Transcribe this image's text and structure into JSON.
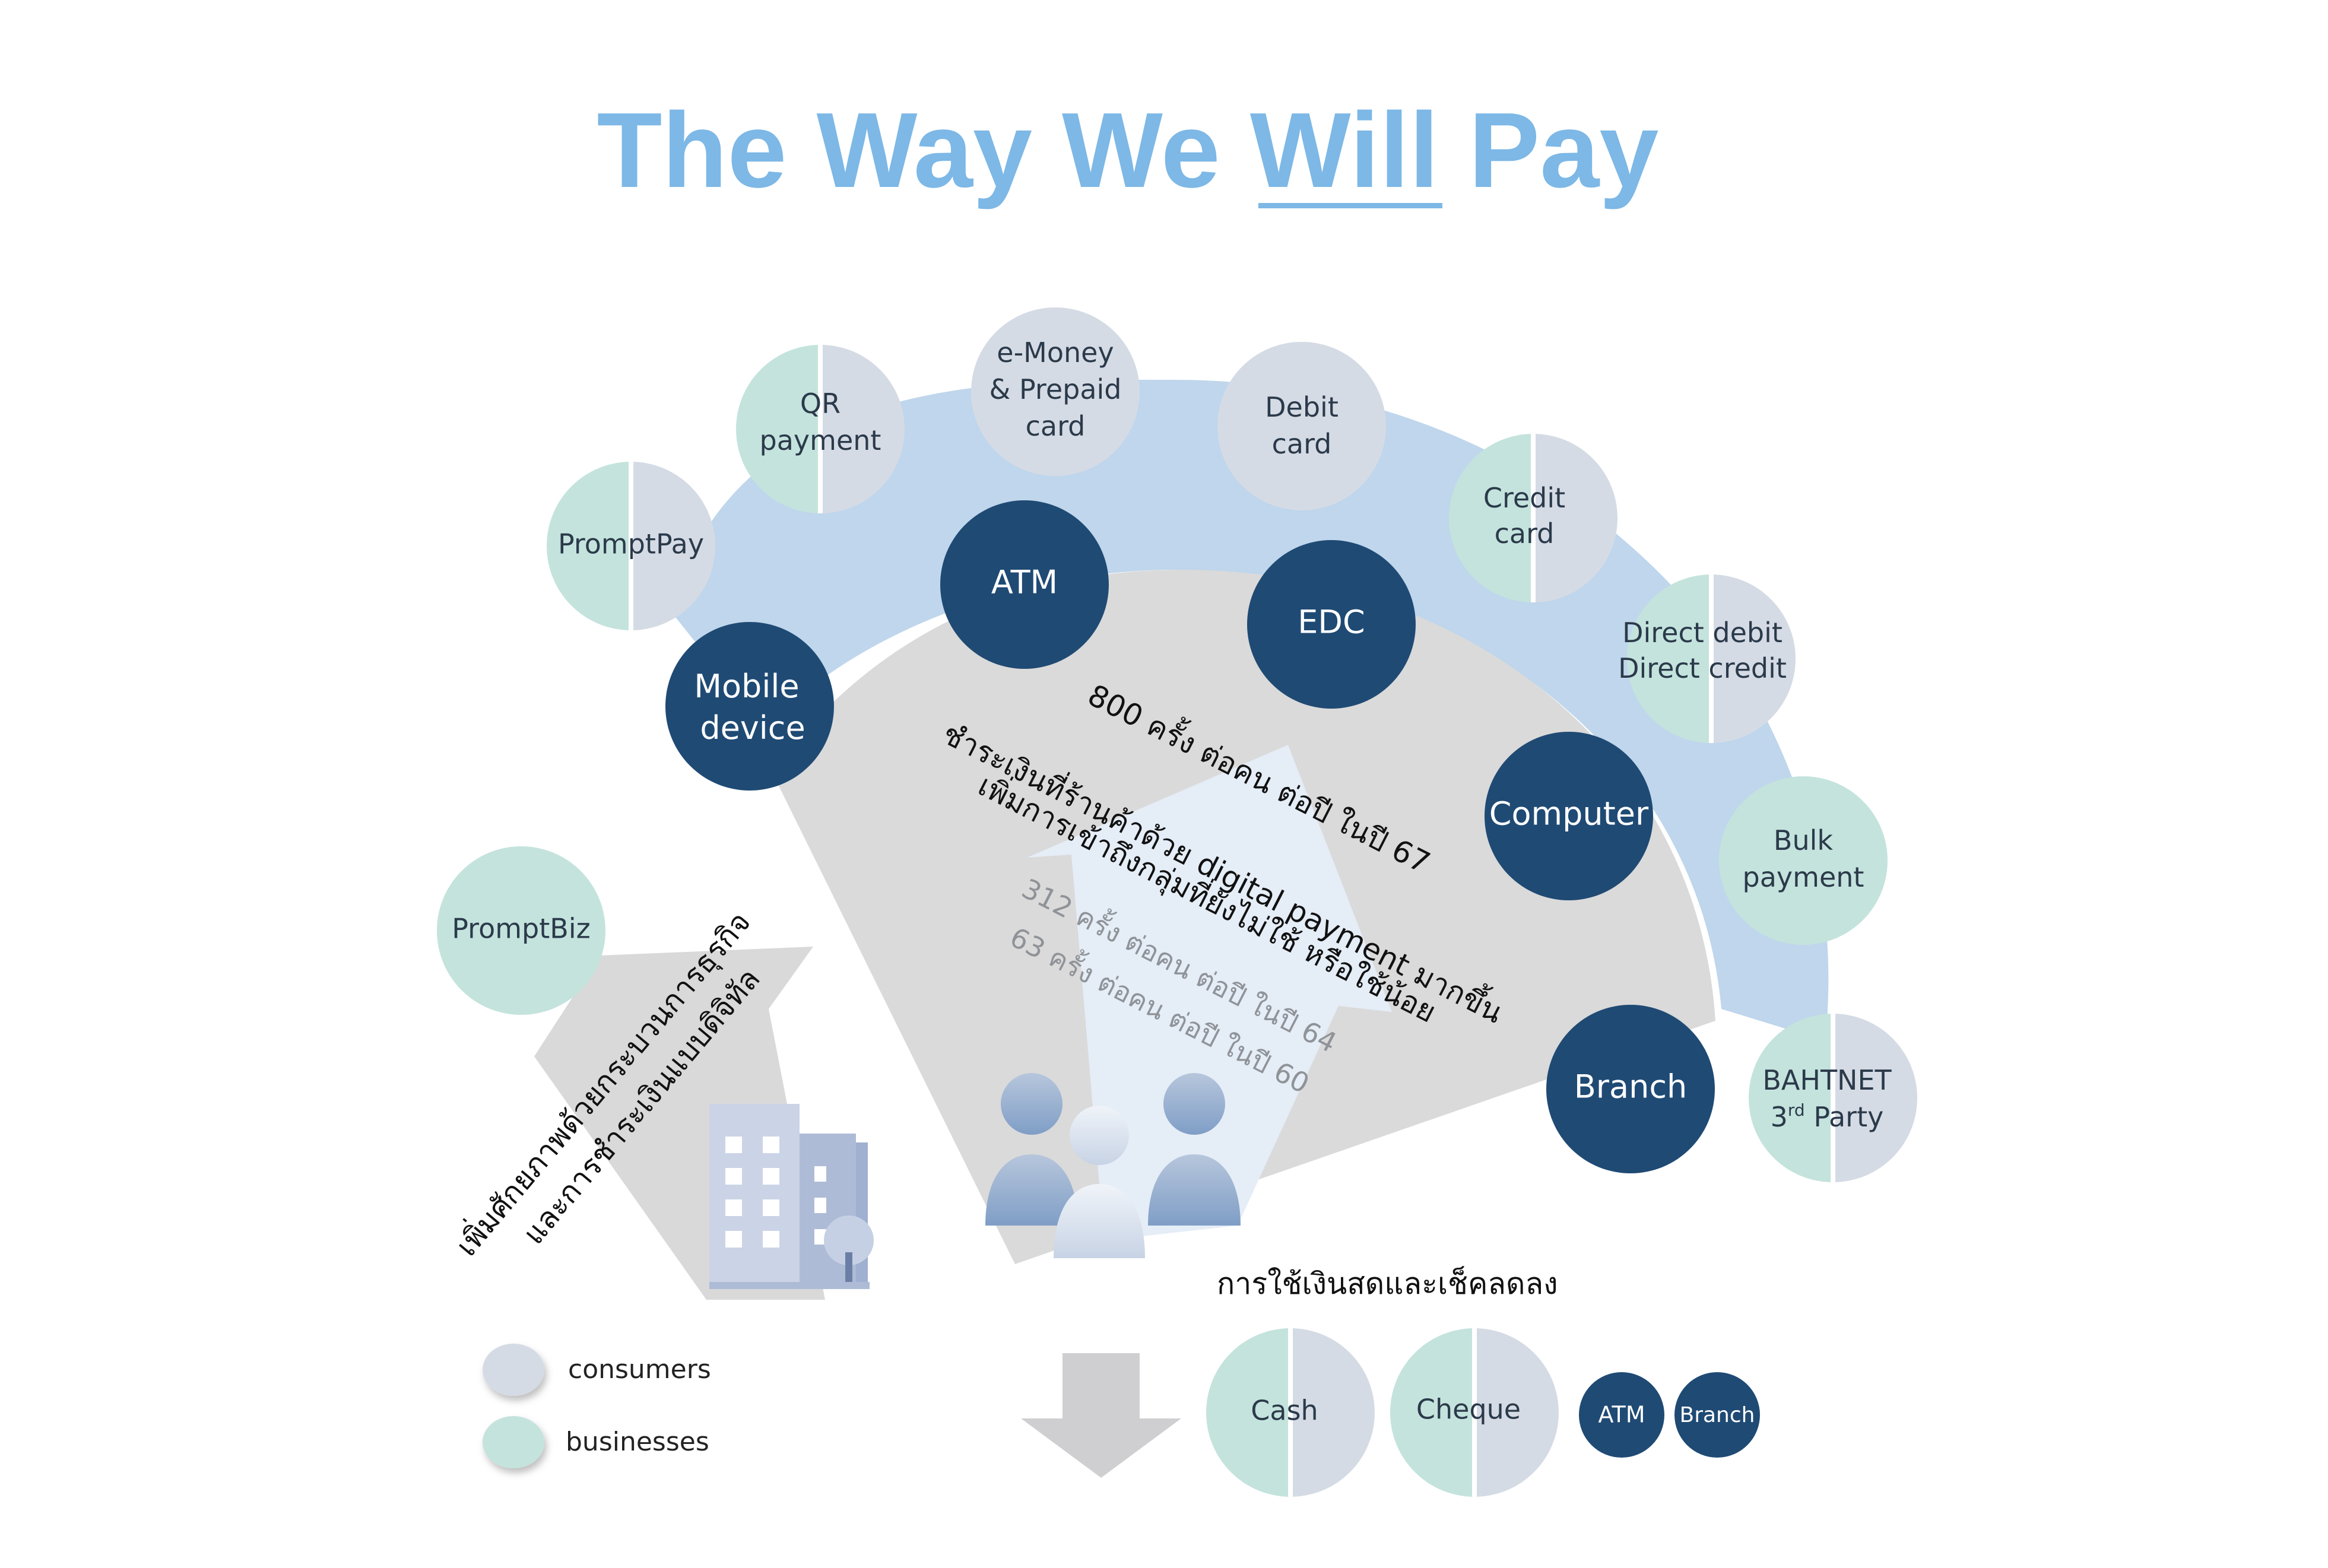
{
  "title": {
    "part1": "The Way We ",
    "emphasis": "Will",
    "part2": " Pay"
  },
  "colors": {
    "title": "#7db8e6",
    "arc_band": "#bfd6ec",
    "fan": "#dadada",
    "consumer_fill": "#d5dbe5",
    "business_fill": "#c4e3dd",
    "channel_dark": "#1f4a74",
    "arrow_down": "#cfcfd1"
  },
  "instruments": {
    "promptpay": "PromptPay",
    "qr_line1": "QR",
    "qr_line2": "payment",
    "emoney_line1": "e-Money",
    "emoney_line2": "& Prepaid",
    "emoney_line3": "card",
    "debit_line1": "Debit",
    "debit_line2": "card",
    "credit_line1": "Credit",
    "credit_line2": "card",
    "direct_line1": "Direct debit",
    "direct_line2": "Direct credit",
    "bulk_line1": "Bulk",
    "bulk_line2": "payment",
    "bahtnet_line1": "BAHTNET",
    "bahtnet_3": "3",
    "bahtnet_rd": "rd",
    "bahtnet_party": " Party",
    "promptbiz": "PromptBiz"
  },
  "channels": {
    "mobile_line1": "Mobile",
    "mobile_line2": "device",
    "atm": "ATM",
    "edc": "EDC",
    "computer": "Computer",
    "branch": "Branch"
  },
  "consumer_arrow": {
    "line1": "800 ครั้ง ต่อคน ต่อปี ในปี 67",
    "line2": "ชำระเงินที่ร้านค้าด้วย digital payment มากขึ้น",
    "line3": "เพิ่มการเข้าถึงกลุ่มที่ยังไม่ใช้ หรือใช้น้อย",
    "line4": "312 ครั้ง ต่อคน ต่อปี ในปี 64",
    "line5": "63 ครั้ง ต่อคน ต่อปี ในปี 60"
  },
  "business_arrow": {
    "line1": "เพิ่มศักยภาพด้วยกระบวนการธุรกิจ",
    "line2": "และการชำระเงินแบบดิจิทัล"
  },
  "declining": {
    "title": "การใช้เงินสดและเช็คลดลง",
    "cash": "Cash",
    "cheque": "Cheque",
    "atm": "ATM",
    "branch": "Branch"
  },
  "legend": {
    "consumers": "consumers",
    "businesses": "businesses"
  }
}
